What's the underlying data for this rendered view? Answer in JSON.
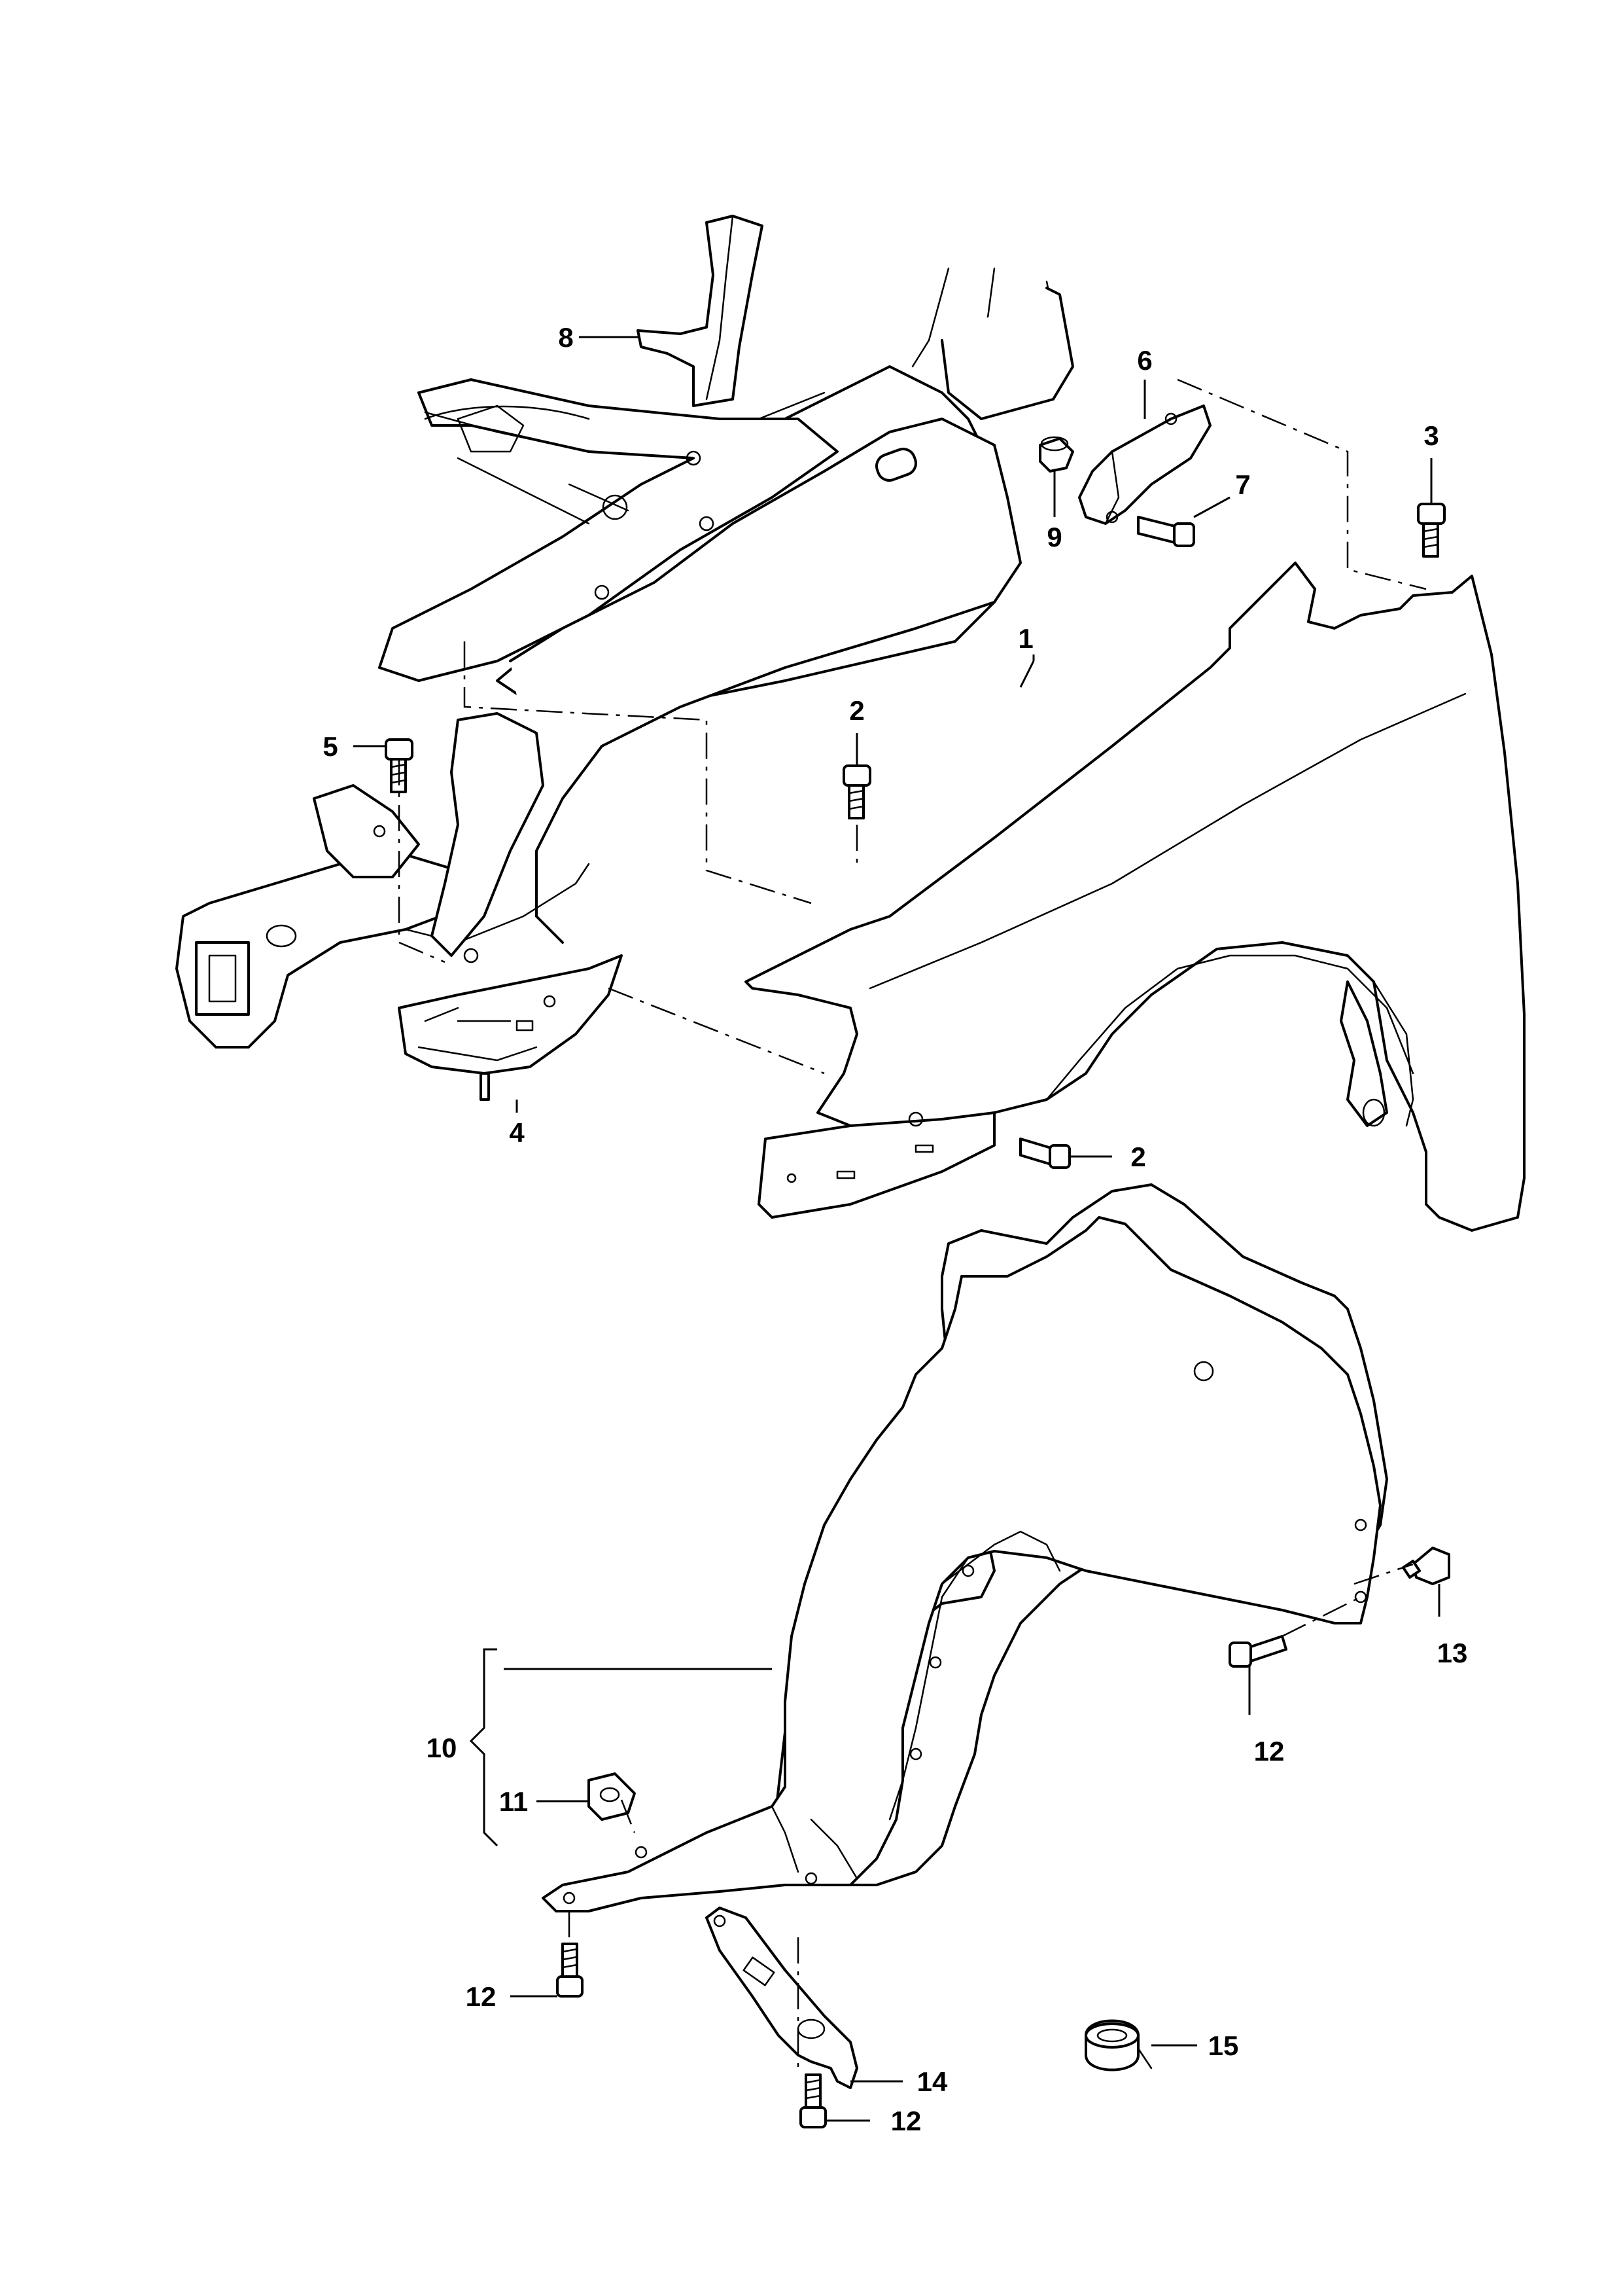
{
  "callouts": {
    "c1": "1",
    "c2a": "2",
    "c2b": "2",
    "c3": "3",
    "c4": "4",
    "c5": "5",
    "c6": "6",
    "c7": "7",
    "c8": "8",
    "c9": "9",
    "c10": "10",
    "c11": "11",
    "c12a": "12",
    "c12b": "12",
    "c12c": "12",
    "c13": "13",
    "c14": "14",
    "c15": "15"
  }
}
